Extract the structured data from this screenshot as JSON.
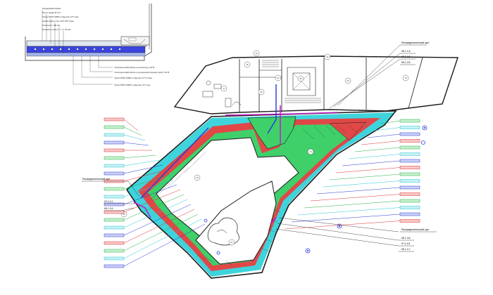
{
  "colors": {
    "wall": "#1a1a1a",
    "red_zone": "#e04848",
    "green_zone": "#3fd06a",
    "cyan_zone": "#3fd4dc",
    "blue_zone": "#3a45e0",
    "magenta_line": "#c020c8",
    "leader_red": "#e03030",
    "leader_green": "#20b040",
    "leader_cyan": "#20c8d8",
    "leader_blue": "#2838d8",
    "grid": "#999999"
  },
  "section_labels": [
    {
      "id": "curb",
      "text": "Бордюрный камень"
    },
    {
      "id": "concrete",
      "text": "Бетон марки В 22.5"
    },
    {
      "id": "pipe1",
      "text": "Труба PERT MIDI Composite 22*2 мм."
    },
    {
      "id": "mesh",
      "text": "Арматурная сетка 100*100*4 мм."
    },
    {
      "id": "foam",
      "text": "Пенопласт 100 мм."
    },
    {
      "id": "tape",
      "text": "Пеноизол лента δ = 5 x 30 мм."
    },
    {
      "id": "cable1",
      "text": "Электрический кабель к коллектору 230 В"
    },
    {
      "id": "cable2",
      "text": "Электрический кабель к распределительному щиту 230 В"
    },
    {
      "id": "pipe2",
      "text": "Труба PERT MIDI Composite 32*3.0 мм."
    },
    {
      "id": "pipe3",
      "text": "Труба PERT MIDI Composite 16*2 мм."
    }
  ],
  "distribution_boards": [
    {
      "id": "db-top",
      "title": "Распределительный щит",
      "items": [
        "КК.1.1.8",
        "КТ.1.1.8",
        "КК.1.2.8"
      ]
    },
    {
      "id": "db-left",
      "title": "Распределительный щит",
      "items": [
        "КТ.1.3.1",
        "КК.1.3.4"
      ]
    },
    {
      "id": "db-bottom",
      "title": "Распределительный щит",
      "items": [
        "КК.1.4.8",
        "КТ.1.4.8",
        "КК.1.4.7"
      ]
    }
  ],
  "room_numbers": [
    "12",
    "13",
    "14",
    "15",
    "16",
    "17",
    "18",
    "19",
    "20",
    "21",
    "22",
    "23",
    "24"
  ],
  "left_legend_count": 20,
  "right_legend_count": 16
}
